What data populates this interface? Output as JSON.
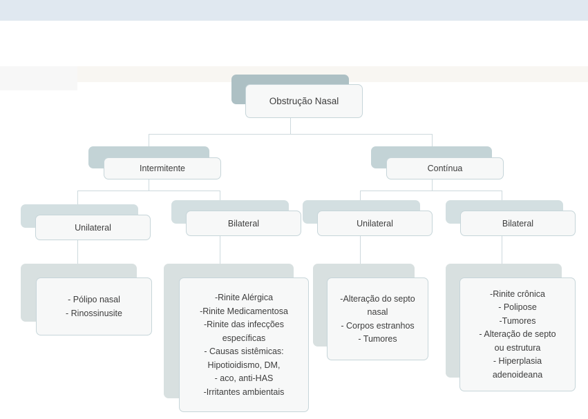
{
  "document": {
    "kind": "flowchart",
    "language": "pt-BR",
    "title_node": "Obstrução Nasal"
  },
  "palette": {
    "band_top": "#e0e8f0",
    "band_cream": "#f8f6f2",
    "band_grey": "#f7f7f7",
    "connector": "#cdd9dd",
    "card_fill": "#f7f8f8",
    "card_border": "#c6d5d9",
    "backdrop_level1": "#adc0c4",
    "backdrop_level2": "#c3d3d6",
    "backdrop_level3": "#d3dfe1",
    "backdrop_leaf": "#d8e0e0",
    "text": "#3d3d3d"
  },
  "nodes": {
    "root": {
      "label": "Obstrução Nasal"
    },
    "intermitente": {
      "label": "Intermitente"
    },
    "continua": {
      "label": "Contínua"
    },
    "intermitente_unilateral": {
      "label": "Unilateral"
    },
    "intermitente_bilateral": {
      "label": "Bilateral"
    },
    "continua_unilateral": {
      "label": "Unilateral"
    },
    "continua_bilateral": {
      "label": "Bilateral"
    }
  },
  "leaves": {
    "intermitente_unilateral": {
      "lines": [
        "- Pólipo nasal",
        "- Rinossinusite"
      ]
    },
    "intermitente_bilateral": {
      "lines": [
        "-Rinite Alérgica",
        "-Rinite Medicamentosa",
        "-Rinite das infecções",
        "específicas",
        "- Causas sistêmicas:",
        "Hipotioidismo, DM,",
        "- aco, anti-HAS",
        "-Irritantes ambientais"
      ]
    },
    "continua_unilateral": {
      "lines": [
        "-Alteração do septo",
        "nasal",
        "- Corpos estranhos",
        "- Tumores"
      ]
    },
    "continua_bilateral": {
      "lines": [
        "-Rinite crônica",
        "- Polipose",
        "-Tumores",
        "- Alteração de septo",
        "ou estrutura",
        "- Hiperplasia",
        "adenoideana"
      ]
    }
  }
}
